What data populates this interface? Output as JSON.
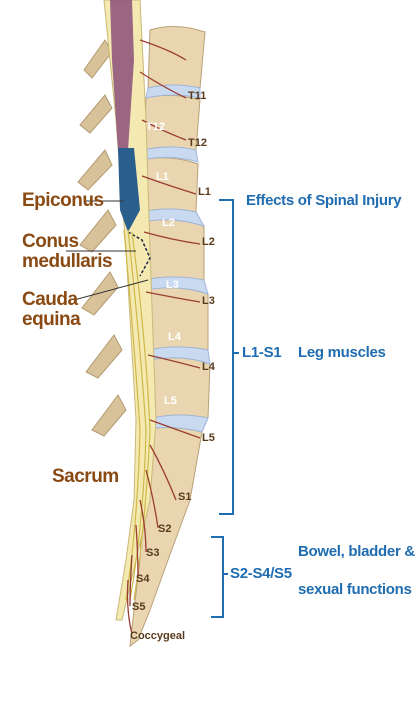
{
  "anatomy_labels": {
    "epiconus": "Epiconus",
    "conus": [
      "Conus",
      "medullaris"
    ],
    "cauda": [
      "Cauda",
      "equina"
    ],
    "sacrum": "Sacrum"
  },
  "nerve_labels": [
    "T11",
    "T12",
    "L1",
    "L2",
    "L3",
    "L4",
    "L5",
    "S1",
    "S2",
    "S3",
    "S4",
    "S5",
    "Coccygeal"
  ],
  "vertebra_labels": [
    "T12",
    "L1",
    "L2",
    "L3",
    "L4",
    "L5"
  ],
  "effects": {
    "title": "Effects of Spinal Injury",
    "groups": [
      {
        "range": "L1-S1",
        "description": [
          "Leg muscles"
        ]
      },
      {
        "range": "S2-S4/S5",
        "description": [
          "Bowel, bladder &",
          "sexual functions"
        ]
      }
    ]
  },
  "colors": {
    "bone": "#e9d6b0",
    "disc": "#c9d9f0",
    "cord": "#f4e9b0",
    "nerve_line": "#9a3e32",
    "label_brown": "#8a4a13",
    "accent_blue": "#1f6db0",
    "epiconus_blue": "#2a5e8c",
    "upper_cord": "#8a4f7a"
  }
}
